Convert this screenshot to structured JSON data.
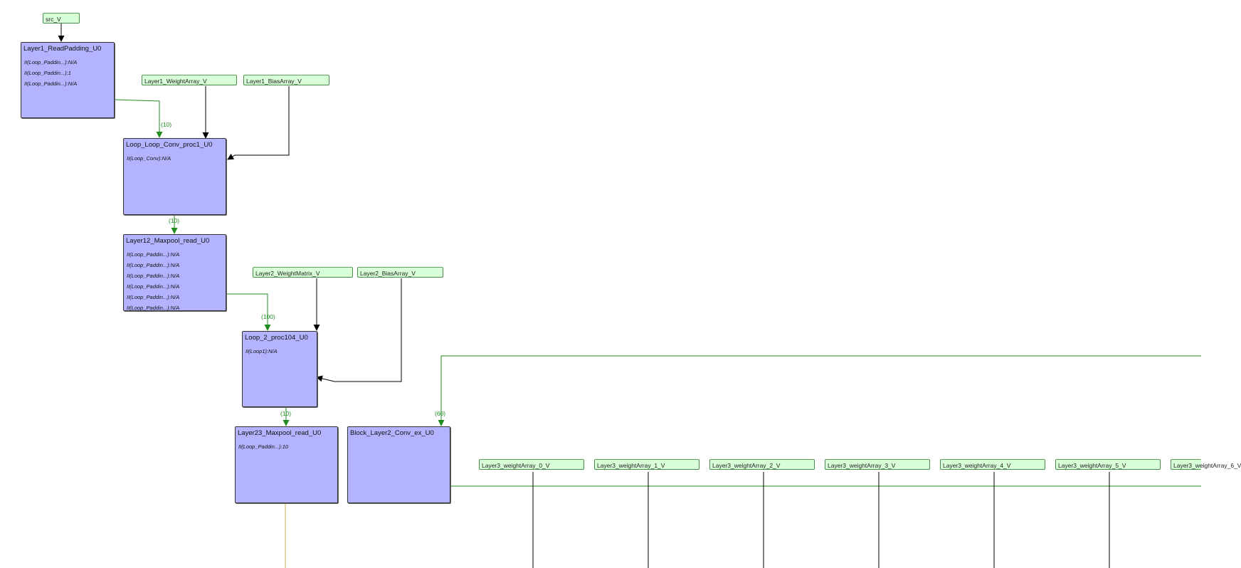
{
  "processes": [
    {
      "id": "p_readpad",
      "name": "Layer1_ReadPadding_U0",
      "loops": [
        "II(Loop_Paddin...):N/A",
        "II(Loop_Paddin...):1",
        "II(Loop_Paddin...):N/A"
      ]
    },
    {
      "id": "p_conv1",
      "name": "Loop_Loop_Conv_proc1_U0",
      "loops": [
        "II(Loop_Conv):N/A"
      ]
    },
    {
      "id": "p_maxpool12",
      "name": "Layer12_Maxpool_read_U0",
      "loops": [
        "II(Loop_Paddin...):N/A",
        "II(Loop_Paddin...):N/A",
        "II(Loop_Paddin...):N/A",
        "II(Loop_Paddin...):N/A",
        "II(Loop_Paddin...):N/A",
        "II(Loop_Paddin...):N/A"
      ]
    },
    {
      "id": "p_loop2",
      "name": "Loop_2_proc104_U0",
      "loops": [
        "II(Loop1):N/A"
      ]
    },
    {
      "id": "p_maxpool23",
      "name": "Layer23_Maxpool_read_U0",
      "loops": [
        "II(Loop_Paddin...):10"
      ]
    },
    {
      "id": "p_block2",
      "name": "Block_Layer2_Conv_ex_U0",
      "loops": []
    }
  ],
  "channels": [
    {
      "id": "c_src",
      "name": "src_V"
    },
    {
      "id": "c_l1w",
      "name": "Layer1_WeightArray_V"
    },
    {
      "id": "c_l1b",
      "name": "Layer1_BiasArray_V"
    },
    {
      "id": "c_l2w",
      "name": "Layer2_WeightMatrix_V"
    },
    {
      "id": "c_l2b",
      "name": "Layer2_BiasArray_V"
    },
    {
      "id": "c_l3w0",
      "name": "Layer3_weightArray_0_V"
    },
    {
      "id": "c_l3w1",
      "name": "Layer3_weightArray_1_V"
    },
    {
      "id": "c_l3w2",
      "name": "Layer3_weightArray_2_V"
    },
    {
      "id": "c_l3w3",
      "name": "Layer3_weightArray_3_V"
    },
    {
      "id": "c_l3w4",
      "name": "Layer3_weightArray_4_V"
    },
    {
      "id": "c_l3w5",
      "name": "Layer3_weightArray_5_V"
    },
    {
      "id": "c_l3w6",
      "name": "Layer3_weightArray_6_V"
    }
  ],
  "rates": [
    {
      "id": "r1",
      "text": "(10)"
    },
    {
      "id": "r2",
      "text": "(10)"
    },
    {
      "id": "r3",
      "text": "(100)"
    },
    {
      "id": "r4",
      "text": "(10)"
    },
    {
      "id": "r5",
      "text": "(60)"
    }
  ],
  "colors": {
    "process_fill": "#b3b3ff",
    "channel_fill": "#d8ffd8",
    "stream_edge": "#228b22",
    "channel_edge": "#000000",
    "data_edge": "#c8b450"
  }
}
